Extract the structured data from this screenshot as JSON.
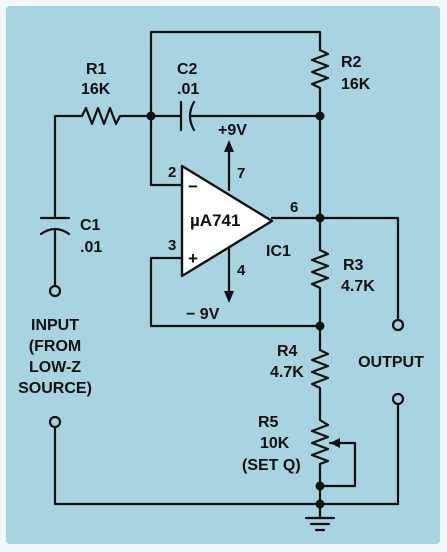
{
  "components": {
    "r1": {
      "name": "R1",
      "value": "16K"
    },
    "r2": {
      "name": "R2",
      "value": "16K"
    },
    "r3": {
      "name": "R3",
      "value": "4.7K"
    },
    "r4": {
      "name": "R4",
      "value": "4.7K"
    },
    "r5": {
      "name": "R5",
      "value": "10K",
      "note": "(SET Q)"
    },
    "c1": {
      "name": "C1",
      "value": ".01"
    },
    "c2": {
      "name": "C2",
      "value": ".01"
    }
  },
  "ic": {
    "part": "µA741",
    "ref": "IC1",
    "pin2": "2",
    "pin3": "3",
    "pin4": "4",
    "pin6": "6",
    "pin7": "7",
    "minus": "−",
    "plus": "+"
  },
  "supplies": {
    "positive": "+9V",
    "negative": "− 9V"
  },
  "input_label": [
    "INPUT",
    "(FROM",
    "LOW-Z",
    "SOURCE)"
  ],
  "output_label": "OUTPUT",
  "colors": {
    "background": "#a8d3e1",
    "triangle": "#ffffff",
    "lines": "#111111"
  }
}
